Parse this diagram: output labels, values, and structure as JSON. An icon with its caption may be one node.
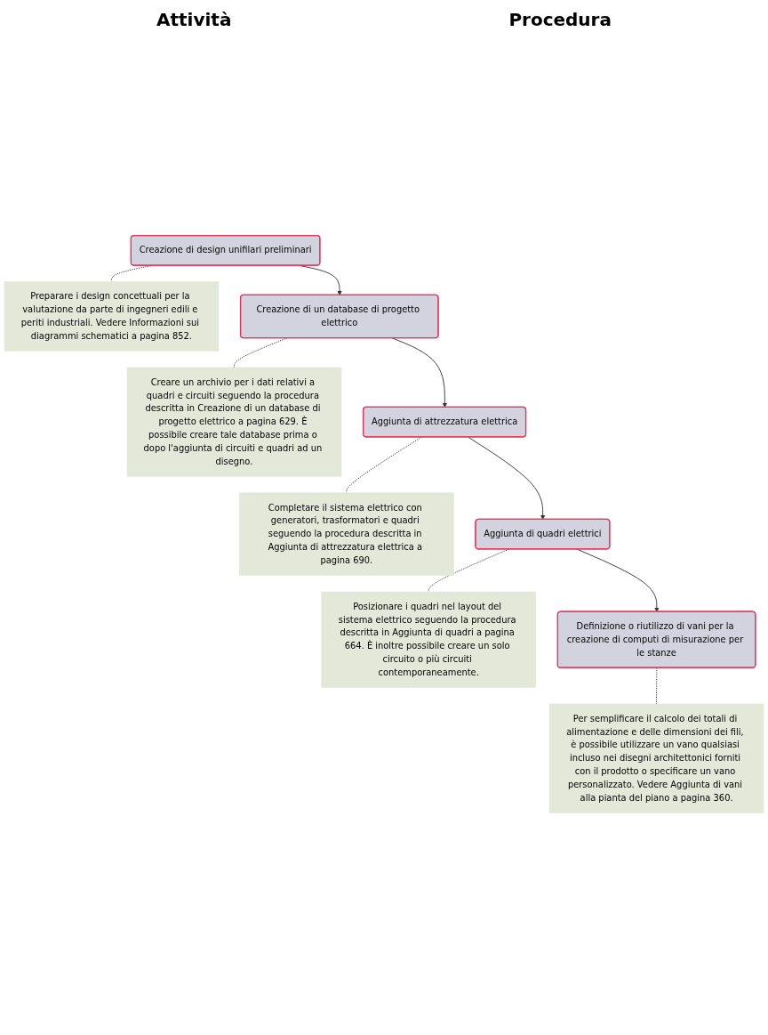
{
  "diagram": {
    "nodes": [
      {
        "text": [
          "Creazione di design unifilari preliminari"
        ]
      },
      {
        "text": [
          "Preparare i design concettuali per la valutazione da parte di ingegneri edili e periti industriali. Vedere Informazioni sui diagrammi schematici a pagina 852."
        ]
      },
      {
        "text": [
          "Creazione di un database di progetto elettrico"
        ]
      },
      {
        "text": [
          "Creare un archivio per i dati relativi a quadri e circuiti seguendo la procedura descritta in Creazione di un database di progetto elettrico a pagina 629. È possibile creare tale database prima o dopo l'aggiunta di circuiti e quadri ad un disegno."
        ]
      },
      {
        "text": [
          "Aggiunta di attrezzatura elettrica"
        ]
      },
      {
        "text": [
          "Completare il sistema elettrico con generatori, trasformatori e quadri seguendo la procedura descritta in Aggiunta di attrezzatura elettrica a pagina 690."
        ]
      },
      {
        "text": [
          "Aggiunta di quadri elettrici"
        ]
      },
      {
        "text": [
          "Posizionare i quadri nel layout del sistema elettrico seguendo la procedura descritta in Aggiunta di quadri a pagina 664. È inoltre possibile creare un solo circuito o più circuiti contemporaneamente."
        ]
      },
      {
        "text": [
          "Definizione o riutilizzo di vani per la creazione di computi di misurazione per le stanze"
        ]
      },
      {
        "text": [
          "Per semplificare il calcolo dei totali di alimentazione e delle dimensioni dei fili, è possibile utilizzare un vano qualsiasi incluso nei disegni architettonici forniti con il prodotto o specificare un vano personalizzato. Vedere Aggiunta di vani alla pianta del piano a pagina 360."
        ]
      }
    ],
    "edges": [
      {
        "from": 0,
        "to": 2,
        "arrow": "to"
      },
      {
        "from": 2,
        "to": 4,
        "arrow": "to"
      },
      {
        "from": 4,
        "to": 6,
        "arrow": "to"
      },
      {
        "from": 6,
        "to": 8,
        "arrow": "to"
      },
      {
        "from": 0,
        "to": 1,
        "arrow": "none",
        "style": "dashed"
      },
      {
        "from": 2,
        "to": 3,
        "arrow": "none",
        "style": "dashed"
      },
      {
        "from": 4,
        "to": 5,
        "arrow": "none",
        "style": "dashed"
      },
      {
        "from": 6,
        "to": 7,
        "arrow": "none",
        "style": "dashed"
      },
      {
        "from": 8,
        "to": 9,
        "arrow": "none",
        "style": "dashed"
      }
    ],
    "labels": [
      "Attività",
      "Procedura"
    ]
  }
}
